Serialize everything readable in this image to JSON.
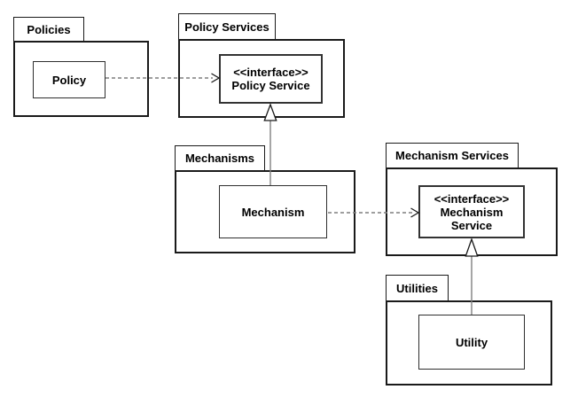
{
  "diagram": {
    "type": "uml-package-diagram",
    "background_color": "#ffffff",
    "package_border_color": "#1a1a1a",
    "node_border_color": "#2e2e2e",
    "dependency_line_color": "#7f7f7f",
    "arrowhead_color": "#1a1a1a",
    "text_color": "#000000",
    "packages": [
      {
        "name": "Policies",
        "elements": [
          {
            "kind": "class",
            "lines": [
              "Policy"
            ]
          }
        ]
      },
      {
        "name": "Policy Services",
        "elements": [
          {
            "kind": "interface",
            "lines": [
              "<<interface>>",
              "Policy Service"
            ]
          }
        ]
      },
      {
        "name": "Mechanisms",
        "elements": [
          {
            "kind": "class",
            "lines": [
              "Mechanism"
            ]
          }
        ]
      },
      {
        "name": "Mechanism Services",
        "elements": [
          {
            "kind": "interface",
            "lines": [
              "<<interface>>",
              "Mechanism",
              "Service"
            ]
          }
        ]
      },
      {
        "name": "Utilities",
        "elements": [
          {
            "kind": "class",
            "lines": [
              "Utility"
            ]
          }
        ]
      }
    ],
    "relationships": [
      {
        "type": "dependency",
        "from": "Policy",
        "to": "Policy Service",
        "line": "dashed",
        "arrow": "open"
      },
      {
        "type": "realization",
        "from": "Mechanism",
        "to": "Policy Service",
        "line": "solid",
        "arrow": "hollow-triangle"
      },
      {
        "type": "dependency",
        "from": "Mechanism",
        "to": "Mechanism Service",
        "line": "dashed",
        "arrow": "open"
      },
      {
        "type": "realization",
        "from": "Utility",
        "to": "Mechanism Service",
        "line": "solid",
        "arrow": "hollow-triangle"
      }
    ]
  }
}
